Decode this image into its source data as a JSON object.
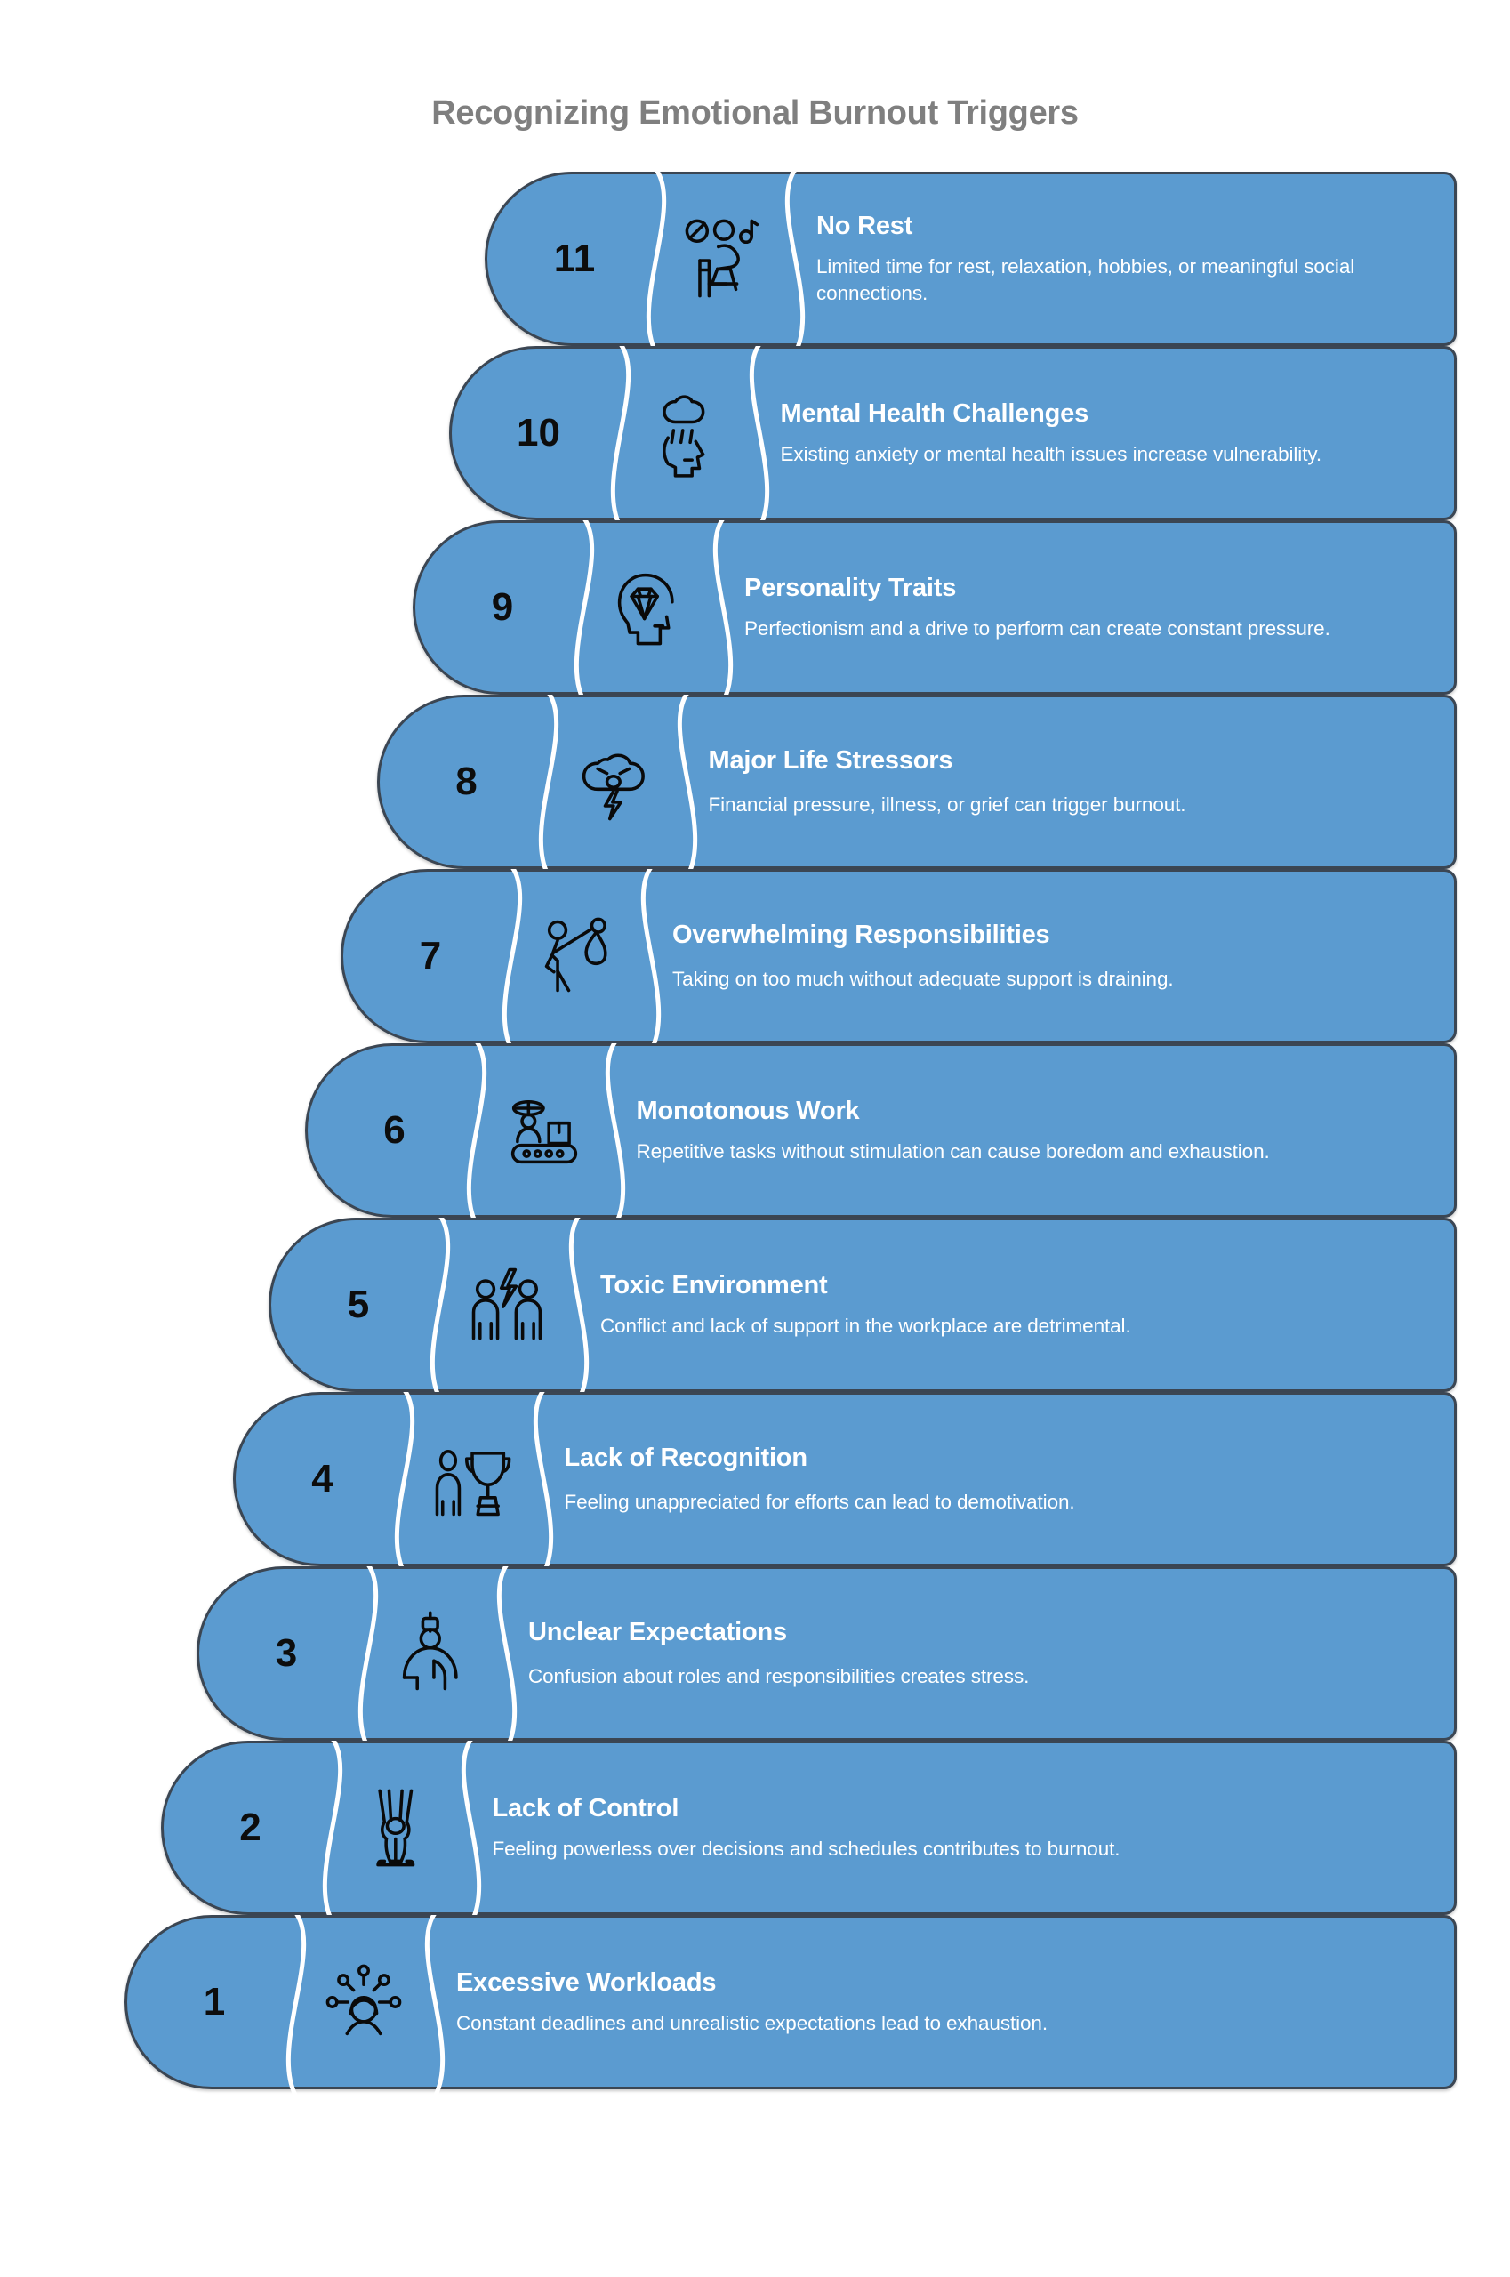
{
  "title": "Recognizing Emotional Burnout Triggers",
  "colors": {
    "bar_fill": "#5b9bd0",
    "bar_border": "#3b4653",
    "separator": "#ffffff",
    "title_text": "#7f7f7f",
    "number_text": "#0d0d0d",
    "body_text": "#ffffff"
  },
  "items": [
    {
      "number": "11",
      "icon": "no-rest-icon",
      "title": "No Rest",
      "description": "Limited time for rest, relaxation, hobbies, or meaningful social connections."
    },
    {
      "number": "10",
      "icon": "rain-cloud-head-icon",
      "title": "Mental Health Challenges",
      "description": "Existing anxiety or mental health issues increase vulnerability."
    },
    {
      "number": "9",
      "icon": "head-diamond-icon",
      "title": "Personality Traits",
      "description": "Perfectionism and a drive to perform can create constant pressure."
    },
    {
      "number": "8",
      "icon": "angry-storm-cloud-icon",
      "title": "Major Life Stressors",
      "description": "Financial pressure, illness, or grief can trigger burnout."
    },
    {
      "number": "7",
      "icon": "person-carrying-load-icon",
      "title": "Overwhelming Responsibilities",
      "description": "Taking on too much without adequate support is draining."
    },
    {
      "number": "6",
      "icon": "conveyor-belt-worker-icon",
      "title": "Monotonous Work",
      "description": "Repetitive tasks without stimulation can cause boredom and exhaustion."
    },
    {
      "number": "5",
      "icon": "two-people-conflict-icon",
      "title": "Toxic Environment",
      "description": "Conflict and lack of support in the workplace are detrimental."
    },
    {
      "number": "4",
      "icon": "person-trophy-icon",
      "title": "Lack of Recognition",
      "description": "Feeling unappreciated for efforts can lead to demotivation."
    },
    {
      "number": "3",
      "icon": "confused-person-icon",
      "title": "Unclear Expectations",
      "description": "Confusion about roles and responsibilities creates stress."
    },
    {
      "number": "2",
      "icon": "puppet-strings-icon",
      "title": "Lack of Control",
      "description": "Feeling powerless over decisions and schedules contributes to burnout."
    },
    {
      "number": "1",
      "icon": "stressed-person-icon",
      "title": "Excessive Workloads",
      "description": "Constant deadlines and unrealistic expectations lead to exhaustion."
    }
  ]
}
